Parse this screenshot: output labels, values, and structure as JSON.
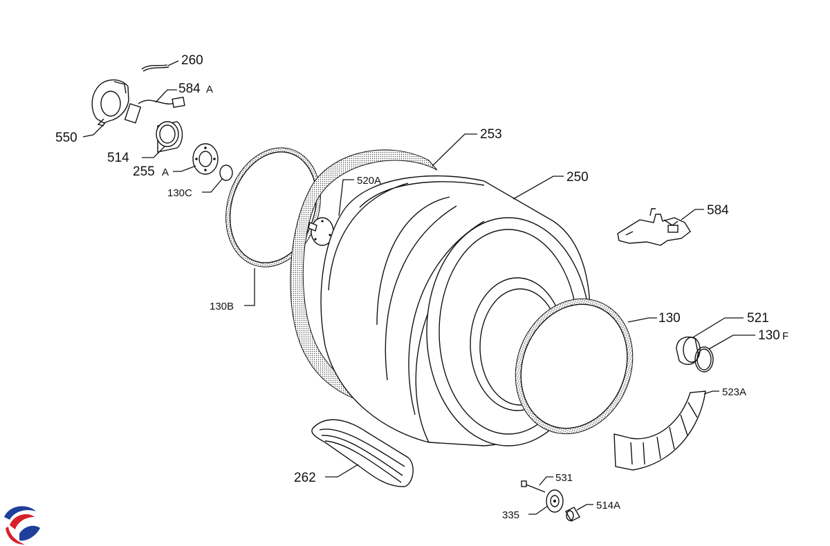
{
  "labels": {
    "p260": "260",
    "p584a": "584",
    "p584a_suffix": "A",
    "p550": "550",
    "p514": "514",
    "p255a": "255",
    "p255a_suffix": "A",
    "p130c": "130C",
    "p253": "253",
    "p520a": "520A",
    "p250": "250",
    "p584": "584",
    "p130b": "130B",
    "p130": "130",
    "p521": "521",
    "p130f": "130",
    "p130f_suffix": "F",
    "p523a": "523A",
    "p262": "262",
    "p531": "531",
    "p335": "335",
    "p514a": "514A"
  },
  "colors": {
    "line": "#111111",
    "logo_blue": "#1f3f9a",
    "logo_red": "#d8202a"
  },
  "icons": {
    "logo": "brand-swirl-logo"
  }
}
